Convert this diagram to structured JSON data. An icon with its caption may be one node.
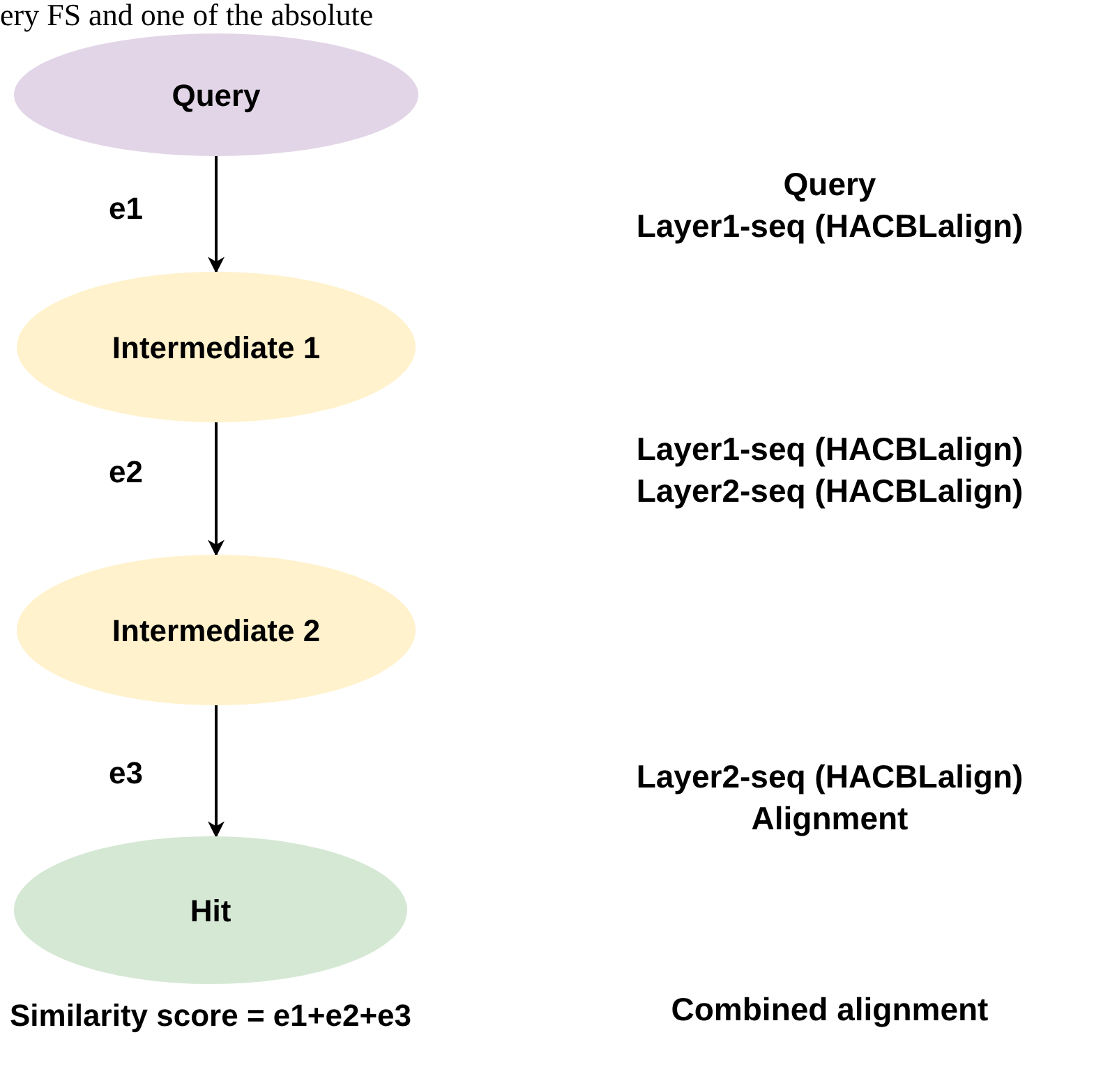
{
  "diagram": {
    "nodes": [
      {
        "text": [
          "Query"
        ]
      },
      {
        "text": [
          "Intermediate 1"
        ]
      },
      {
        "text": [
          "Intermediate 2"
        ]
      },
      {
        "text": [
          "Hit"
        ],
        "beside": [
          "Similarity score = e1+e2+e3"
        ]
      }
    ],
    "edges": [
      {
        "from": 0,
        "to": 1,
        "arrow": "to",
        "label": "e1"
      },
      {
        "from": 1,
        "to": 2,
        "arrow": "to",
        "label": "e2"
      },
      {
        "from": 2,
        "to": 3,
        "arrow": "to",
        "label": "e3"
      }
    ],
    "labels": [
      "ery FS and one of the absolute",
      "Query",
      "Layer1-seq (HACBLalign)",
      "Layer1-seq (HACBLalign)",
      "Layer2-seq (HACBLalign)",
      "Layer2-seq (HACBLalign)",
      "Alignment",
      "Combined alignment"
    ]
  }
}
